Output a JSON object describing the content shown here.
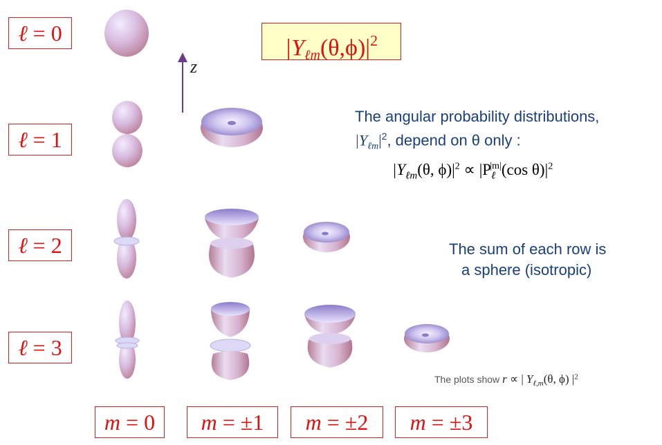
{
  "title": {
    "prefix": "|Y",
    "subscript": "ℓm",
    "args": "(θ,ϕ)|",
    "power": "2"
  },
  "axis": {
    "label": "z"
  },
  "row_labels": [
    {
      "name": "ℓ",
      "eq": " = 0"
    },
    {
      "name": "ℓ",
      "eq": " = 1"
    },
    {
      "name": "ℓ",
      "eq": " = 2"
    },
    {
      "name": "ℓ",
      "eq": " = 3"
    }
  ],
  "col_labels": [
    {
      "name": "m",
      "eq": " = 0"
    },
    {
      "name": "m",
      "eq": " = ±1"
    },
    {
      "name": "m",
      "eq": " = ±2"
    },
    {
      "name": "m",
      "eq": " = ±3"
    }
  ],
  "explanation": {
    "line1": "The angular probability distributions,",
    "line2_math": "|Y",
    "line2_sub": "ℓm",
    "line2_math_end": "|",
    "line2_sup": "2",
    "line2_text": ", depend on θ only :",
    "formula_left": "|Y",
    "formula_left_sub": "ℓm",
    "formula_left_args": "(θ, ϕ)|",
    "formula_left_sup": "2",
    "formula_mid": " ∝ |P",
    "formula_P_sub": "ℓ",
    "formula_P_sup": "|m|",
    "formula_right": "(cos θ)|",
    "formula_right_sup": "2"
  },
  "isotropic_note": {
    "line1": "The sum of each row is",
    "line2": "a sphere (isotropic)"
  },
  "plot_note": {
    "text": "The plots show ",
    "r": "r",
    "prop": " ∝ | ",
    "Y": "Y",
    "Y_sub": "ℓ,m",
    "args": "(θ, ϕ) |",
    "power": "2"
  },
  "colors": {
    "label_red": "#e01010",
    "box_border": "#d42020",
    "title_bg": "#ffffc8",
    "text_blue": "#1b3f7a",
    "shape_light": "#eee3ff",
    "shape_dark": "#c88fa6",
    "arrow": "#6b3a8a"
  }
}
